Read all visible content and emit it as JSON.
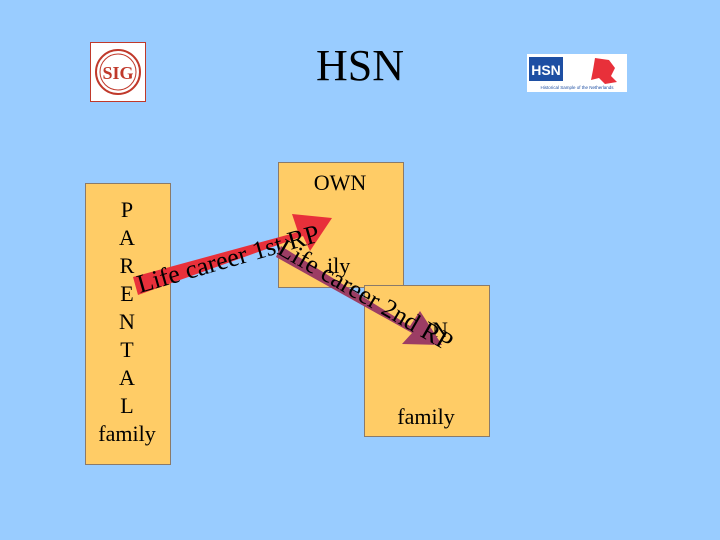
{
  "title": "HSN",
  "logos": {
    "left_text": "SIG",
    "right_text": "HSN",
    "right_subtitle": "Historical Sample of the Netherlands"
  },
  "boxes": {
    "parental": {
      "letters": [
        "P",
        "A",
        "R",
        "E",
        "N",
        "T",
        "A",
        "L"
      ],
      "family": "family"
    },
    "own": {
      "title": "OWN",
      "family_partial": "ily",
      "n_partial": "N"
    },
    "lower": {
      "family": "family"
    }
  },
  "arrows": {
    "first": {
      "text": "Life career 1st RP",
      "color": "#e8303a"
    },
    "second": {
      "text": "Life career 2nd RP",
      "color": "#9c3d64"
    }
  },
  "colors": {
    "background": "#99ccff",
    "box": "#ffcc66"
  }
}
